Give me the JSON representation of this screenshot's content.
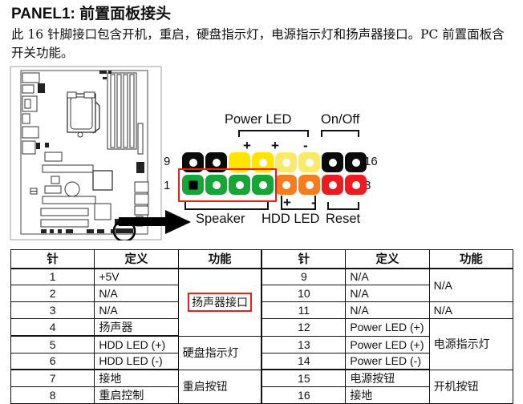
{
  "heading": "PANEL1: 前置面板接头",
  "intro": "此 16 针脚接口包含开机，重启，硬盘指示灯，电源指示灯和扬声器接口。PC 前置面板含开关功能。",
  "diagram": {
    "labels": {
      "power_led": "Power LED",
      "on_off": "On/Off",
      "speaker": "Speaker",
      "hdd_led": "HDD LED",
      "reset": "Reset"
    },
    "polarity": {
      "power_led": [
        "+",
        "+",
        "-"
      ],
      "hdd_led": [
        "+",
        "-"
      ]
    },
    "pin_numbers": {
      "top_left": "9",
      "bottom_left": "1",
      "top_right": "16",
      "bottom_right": "8"
    },
    "top_row_pins": [
      {
        "pin": "9",
        "color": "#0a0a0a"
      },
      {
        "pin": "10",
        "color": "#0a0a0a"
      },
      {
        "pin": "11",
        "color": "#ffe400"
      },
      {
        "pin": "12",
        "color": "#ffe400"
      },
      {
        "pin": "13",
        "color": "#fbe96b"
      },
      {
        "pin": "14",
        "color": "#fbe96b"
      },
      {
        "pin": "15",
        "color": "#0a0a0a"
      },
      {
        "pin": "16",
        "color": "#0a0a0a"
      }
    ],
    "bottom_row_pins": [
      {
        "pin": "1",
        "color": "#18a437"
      },
      {
        "pin": "2",
        "color": "#18a437"
      },
      {
        "pin": "3",
        "color": "#18a437"
      },
      {
        "pin": "4",
        "color": "#18a437"
      },
      {
        "pin": "5",
        "color": "#f57c1f"
      },
      {
        "pin": "6",
        "color": "#f57c1f"
      },
      {
        "pin": "7",
        "color": "#ea1c22"
      },
      {
        "pin": "8",
        "color": "#ea1c22"
      }
    ],
    "highlight_color": "#e8201a"
  },
  "table": {
    "headers": {
      "pin_left": "针",
      "def_left": "定义",
      "func_left": "功能",
      "pin_right": "针",
      "def_right": "定义",
      "func_right": "功能"
    },
    "left_rows": [
      {
        "pin": "1",
        "def": "+5V"
      },
      {
        "pin": "2",
        "def": "N/A"
      },
      {
        "pin": "3",
        "def": "N/A"
      },
      {
        "pin": "4",
        "def": "扬声器"
      },
      {
        "pin": "5",
        "def": "HDD LED (+)"
      },
      {
        "pin": "6",
        "def": "HDD LED (-)"
      },
      {
        "pin": "7",
        "def": "接地"
      },
      {
        "pin": "8",
        "def": "重启控制"
      }
    ],
    "left_functions": [
      {
        "label": "扬声器接口",
        "span": 4,
        "highlight": true
      },
      {
        "label": "硬盘指示灯",
        "span": 2,
        "highlight": false
      },
      {
        "label": "重启按钮",
        "span": 2,
        "highlight": false
      }
    ],
    "right_rows": [
      {
        "pin": "9",
        "def": "N/A"
      },
      {
        "pin": "10",
        "def": "N/A"
      },
      {
        "pin": "11",
        "def": "N/A"
      },
      {
        "pin": "12",
        "def": "Power LED (+)"
      },
      {
        "pin": "13",
        "def": "Power LED (+)"
      },
      {
        "pin": "14",
        "def": "Power LED (-)"
      },
      {
        "pin": "15",
        "def": "电源按钮"
      },
      {
        "pin": "16",
        "def": "接地"
      }
    ],
    "right_functions": [
      {
        "label": "N/A",
        "span": 2
      },
      {
        "label": "N/A",
        "span": 1
      },
      {
        "label": "电源指示灯",
        "span": 3
      },
      {
        "label": "开机按钮",
        "span": 2
      }
    ]
  }
}
